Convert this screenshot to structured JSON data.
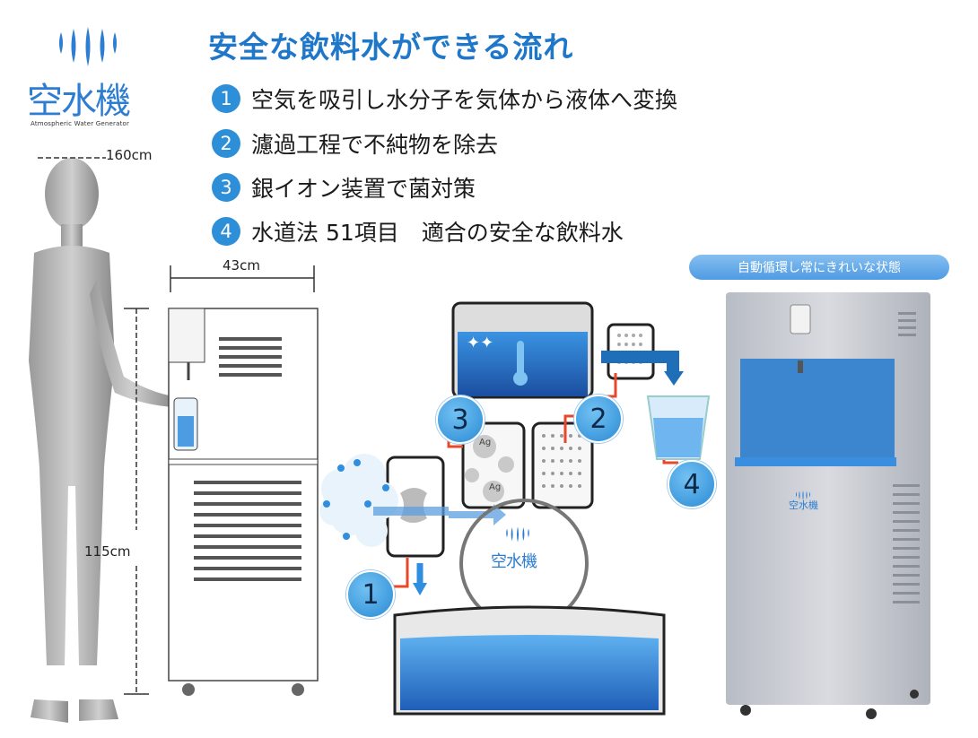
{
  "logo": {
    "text": "空水機",
    "subtitle": "Atmospheric Water Generator"
  },
  "title": "安全な飲料水ができる流れ",
  "steps": [
    {
      "number": "1",
      "text": "空気を吸引し水分子を気体から液体へ変換"
    },
    {
      "number": "2",
      "text": "濾過工程で不純物を除去"
    },
    {
      "number": "3",
      "text": "銀イオン装置で菌対策"
    },
    {
      "number": "4",
      "text": "水道法 51項目　適合の安全な飲料水"
    }
  ],
  "dimensions": {
    "human_height": "160cm",
    "width": "43cm",
    "height": "115cm"
  },
  "diagram": {
    "labels": {
      "n1": "1",
      "n2": "2",
      "n3": "3",
      "n4": "4",
      "ag": "Ag"
    },
    "center_logo": "空水機"
  },
  "status_bar": "自動循環し常にきれいな状態",
  "colors": {
    "accent": "#1f77c9",
    "water": "#2d7dd2",
    "arrow_red": "#e8472a"
  }
}
